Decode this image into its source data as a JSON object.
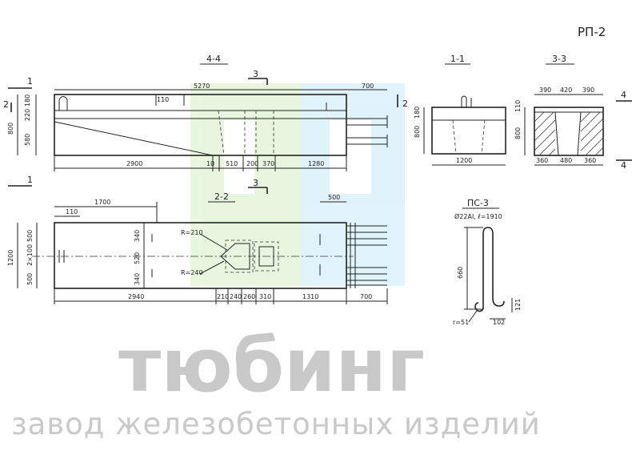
{
  "sheet": {
    "code": "РП-2"
  },
  "views": {
    "section_4_4": {
      "title": "4-4"
    },
    "section_1_1": {
      "title": "1-1"
    },
    "section_3_3": {
      "title": "3-3"
    },
    "section_2_2": {
      "title": "2-2"
    },
    "cut_marks": {
      "one": "1",
      "two": "2",
      "three": "3",
      "four": "4"
    }
  },
  "dims_4_4": {
    "total": "5270",
    "right_top": "700",
    "h_top": "180",
    "h_mid": "220",
    "h_low": "580",
    "h_total": "800",
    "notch": "110",
    "b1": "2900",
    "b2": "10",
    "b3": "510",
    "b4": "200",
    "b5": "370",
    "b6": "1280"
  },
  "dims_1_1": {
    "h_top": "180",
    "h_total": "800",
    "width": "1200"
  },
  "dims_3_3": {
    "t1": "390",
    "t2": "420",
    "t3": "390",
    "h_top": "110",
    "h": "800",
    "b1": "360",
    "b2": "480",
    "b3": "360"
  },
  "dims_plan": {
    "top_left": "1700",
    "edge": "110",
    "top_right": "500",
    "left_a": "500",
    "left_b": "2×100",
    "left_c": "500",
    "left_total": "1200",
    "v1": "340",
    "v2": "520",
    "v3": "340",
    "r1": "R=210",
    "r2": "R=240",
    "b1": "2940",
    "b2": "210",
    "b3": "240",
    "b4": "260",
    "b5": "310",
    "b6": "1310",
    "b7": "700"
  },
  "detail": {
    "title": "ПС-3",
    "spec": "Ø22AI, ℓ=1910",
    "height": "660",
    "hook_h": "121",
    "hook_w": "102",
    "radius": "r=51"
  },
  "watermark": {
    "brand": "тюбинг",
    "tagline": "завод железобетонных изделий"
  }
}
